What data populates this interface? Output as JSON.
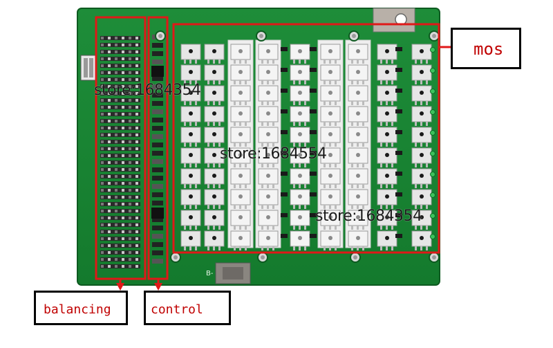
{
  "callouts": {
    "mos": "mos",
    "balancing": "balancing",
    "control": "control"
  },
  "watermarks": [
    "store:1684354",
    "store:1684554",
    "store:1684354"
  ],
  "silkscreen": {
    "terminal": "B-"
  },
  "colors": {
    "pcb": "#1f8f3a",
    "pcb_dark": "#0f6a26",
    "highlight": "#e01818",
    "label_text": "#c00000",
    "heatsink": "#f1f1f1"
  }
}
